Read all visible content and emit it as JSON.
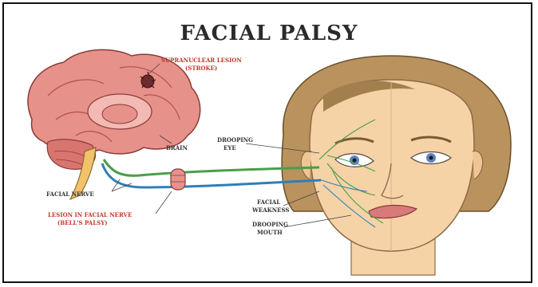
{
  "title": "FACIAL PALSY",
  "labels": {
    "lesion_stroke_1": "SUPRANUCLEAR LESION",
    "lesion_stroke_2": "(STROKE)",
    "brain": "BRAIN",
    "drooping_eye_1": "DROOPING",
    "drooping_eye_2": "EYE",
    "facial_nerve": "FACIAL NERVE",
    "lesion_bells_1": "LESION IN FACIAL NERVE",
    "lesion_bells_2": "(BELL'S PALSY)",
    "facial_weakness_1": "FACIAL",
    "facial_weakness_2": "WEAKNESS",
    "drooping_mouth_1": "DROOPING",
    "drooping_mouth_2": "MOUTH"
  },
  "colors": {
    "brain": "#e6918a",
    "brain_dark": "#c25a55",
    "skin": "#f6d3a7",
    "hair": "#b9925e",
    "nerve_green": "#4a9e4a",
    "nerve_blue": "#2f7fb6",
    "lesion_red": "#c0392b"
  }
}
